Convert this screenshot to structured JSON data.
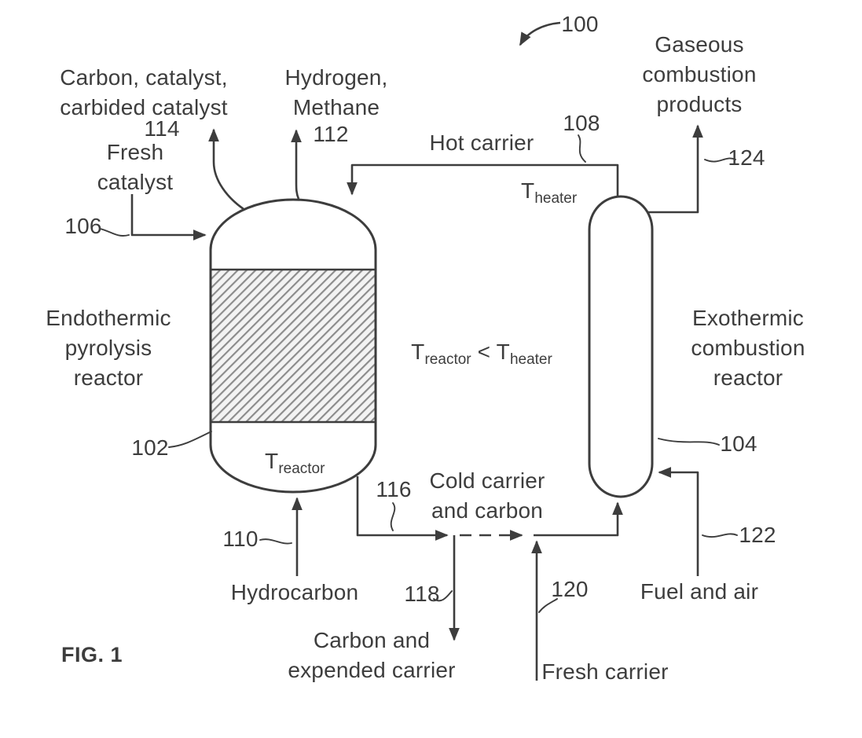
{
  "figure": {
    "label": "FIG. 1",
    "overall_ref": "100"
  },
  "colors": {
    "ink": "#3d3d3d",
    "hatch": "#8c8c8c",
    "background": "#ffffff"
  },
  "reactors": {
    "pyrolysis": {
      "ref": "102",
      "name_lines": [
        "Endothermic",
        "pyrolysis",
        "reactor"
      ]
    },
    "combustion": {
      "ref": "104",
      "name_lines": [
        "Exothermic",
        "combustion",
        "reactor"
      ]
    }
  },
  "streams": {
    "fresh_catalyst": {
      "ref": "106",
      "lines": [
        "Fresh",
        "catalyst"
      ]
    },
    "hot_carrier": {
      "ref": "108",
      "lines": [
        "Hot carrier"
      ]
    },
    "hydrocarbon": {
      "ref": "110",
      "lines": [
        "Hydrocarbon"
      ]
    },
    "hydrogen_methane": {
      "ref": "112",
      "lines": [
        "Hydrogen,",
        "Methane"
      ]
    },
    "carbon_catalyst": {
      "ref": "114",
      "lines": [
        "Carbon, catalyst,",
        "carbided catalyst"
      ]
    },
    "cold_carrier": {
      "ref": "116",
      "lines": [
        "Cold carrier",
        "and carbon"
      ]
    },
    "carbon_expended": {
      "ref": "118",
      "lines": [
        "Carbon and",
        "expended carrier"
      ]
    },
    "fresh_carrier": {
      "ref": "120",
      "lines": [
        "Fresh carrier"
      ]
    },
    "fuel_air": {
      "ref": "122",
      "lines": [
        "Fuel and air"
      ]
    },
    "gaseous_products": {
      "ref": "124",
      "lines": [
        "Gaseous",
        "combustion",
        "products"
      ]
    }
  },
  "temperatures": {
    "symbol": "T",
    "reactor_subscript": "reactor",
    "heater_subscript": "heater",
    "comparison_operator": " < "
  }
}
